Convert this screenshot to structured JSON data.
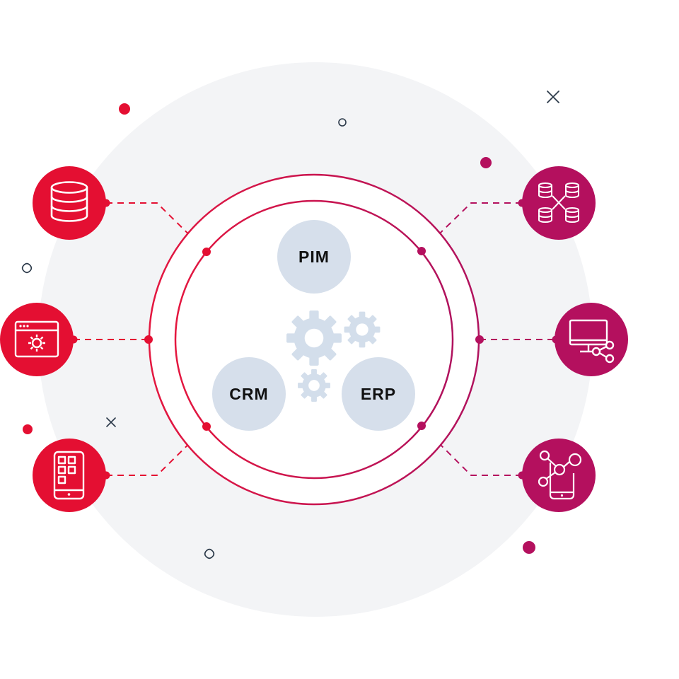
{
  "colors": {
    "background": "#ffffff",
    "backdrop": "#f3f4f6",
    "ring": "#e4173f",
    "ring_end": "#b0125e",
    "red_node": "#e40f32",
    "magenta_node": "#b4105e",
    "hub": "#d6dfeb",
    "gear": "#d3deeb",
    "hub_text": "#111111",
    "deco_dark": "#2c3a4a"
  },
  "hubs": {
    "pim": {
      "label": "PIM"
    },
    "crm": {
      "label": "CRM"
    },
    "erp": {
      "label": "ERP"
    }
  },
  "left_nodes": [
    {
      "icon": "database-icon"
    },
    {
      "icon": "browser-settings-icon"
    },
    {
      "icon": "mobile-app-grid-icon"
    }
  ],
  "right_nodes": [
    {
      "icon": "distributed-database-icon"
    },
    {
      "icon": "monitor-network-icon"
    },
    {
      "icon": "mobile-network-icon"
    }
  ]
}
